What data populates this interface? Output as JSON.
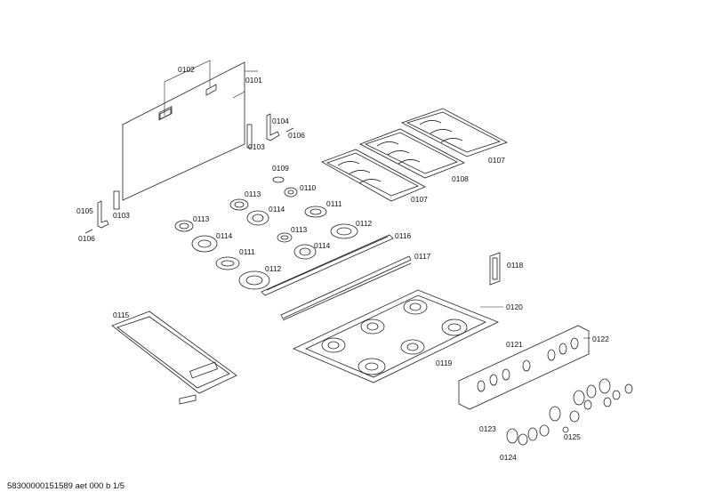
{
  "callouts": {
    "p0101": "0101",
    "p0102": "0102",
    "p0103a": "0103",
    "p0103b": "0103",
    "p0104": "0104",
    "p0105": "0105",
    "p0106a": "0106",
    "p0106b": "0106",
    "p0107a": "0107",
    "p0107b": "0107",
    "p0108": "0108",
    "p0109": "0109",
    "p0110": "0110",
    "p0111a": "0111",
    "p0111b": "0111",
    "p0112a": "0112",
    "p0112b": "0112",
    "p0113a": "0113",
    "p0113b": "0113",
    "p0113c": "0113",
    "p0114a": "0114",
    "p0114b": "0114",
    "p0114c": "0114",
    "p0115": "0115",
    "p0116": "0116",
    "p0117": "0117",
    "p0118": "0118",
    "p0119": "0119",
    "p0120": "0120",
    "p0121": "0121",
    "p0122": "0122",
    "p0123": "0123",
    "p0124": "0124",
    "p0125": "0125"
  },
  "footer": {
    "doc_id": "58300000151589 aet 000 b 1/5"
  }
}
